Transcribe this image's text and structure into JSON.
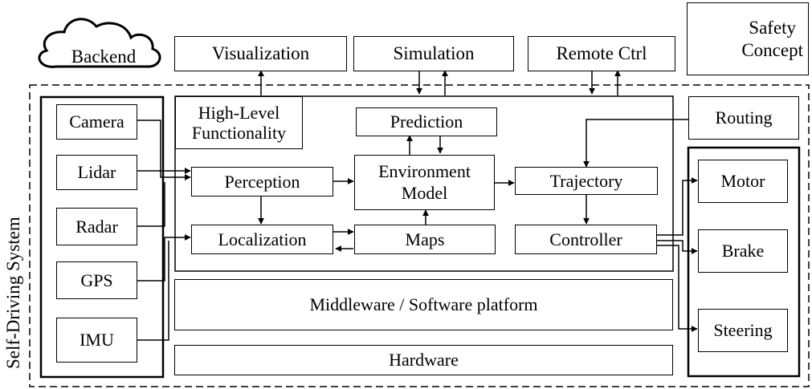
{
  "external": {
    "backend": "Backend",
    "visualization": "Visualization",
    "simulation": "Simulation",
    "remote_ctrl": "Remote Ctrl",
    "safety_line1": "Safety",
    "safety_line2": "Concept",
    "routing": "Routing"
  },
  "system_label": "Self-Driving System",
  "sensors": [
    "Camera",
    "Lidar",
    "Radar",
    "GPS",
    "IMU"
  ],
  "high_level": {
    "label_line1": "High-Level",
    "label_line2": "Functionality",
    "prediction": "Prediction",
    "perception": "Perception",
    "environment_line1": "Environment",
    "environment_line2": "Model",
    "trajectory": "Trajectory",
    "localization": "Localization",
    "maps": "Maps",
    "controller": "Controller"
  },
  "middleware": "Middleware / Software platform",
  "hardware": "Hardware",
  "actuators": [
    "Motor",
    "Brake",
    "Steering"
  ]
}
